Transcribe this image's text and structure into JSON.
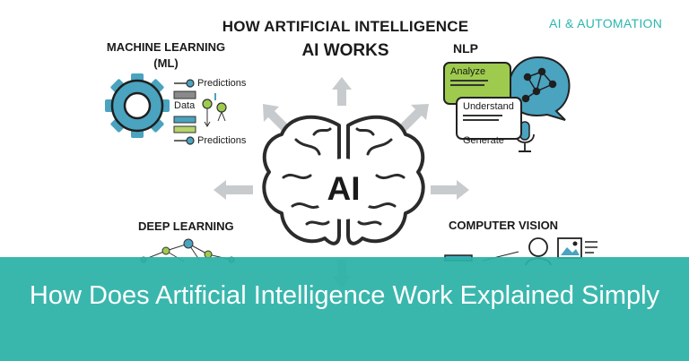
{
  "header": {
    "title_line1": "HOW ARTIFICIAL INTELLIGENCE",
    "title_line2": "AI WORKS",
    "brand": "AI & AUTOMATION"
  },
  "ml": {
    "heading_line1": "MACHINE LEARNING",
    "heading_line2": "(ML)",
    "labels": {
      "top": "Predictions",
      "middle": "Data",
      "bottom": "Predictions"
    }
  },
  "nlp": {
    "heading": "NLP",
    "analyze": "Analyze",
    "understand": "Understand",
    "generate": "Generate"
  },
  "center": {
    "label": "AI"
  },
  "dl": {
    "heading": "DEEP LEARNING"
  },
  "cv": {
    "heading": "COMPUTER VISION"
  },
  "banner": {
    "text": "How Does Artificial Intelligence Work Explained Simply"
  },
  "colors": {
    "teal": "#2bb1a7",
    "gear": "#4aa3bf",
    "green": "#9ecb4d",
    "arrow": "#c7cbcd"
  }
}
